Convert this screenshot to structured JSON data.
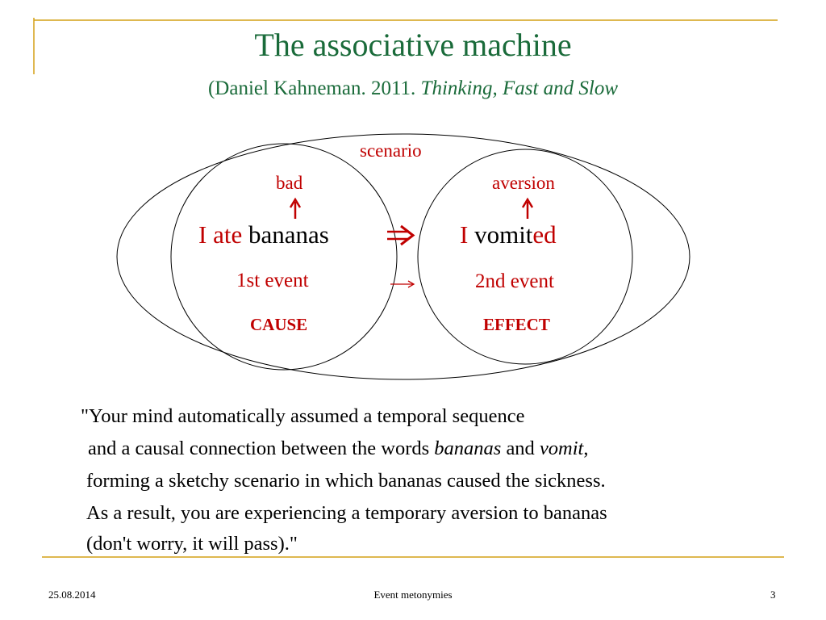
{
  "slide": {
    "title": "The associative machine",
    "subtitle_plain": "(Daniel Kahneman. 2011. ",
    "subtitle_italic": "Thinking, Fast and Slow"
  },
  "diagram": {
    "scenario_label": "scenario",
    "left": {
      "top_label": "bad",
      "main_i": "I",
      "main_ate": "ate",
      "main_bananas": "bananas",
      "event_label": "1st event",
      "role_label": "CAUSE"
    },
    "right": {
      "top_label": "aversion",
      "main_i": "I",
      "main_vomit": "vomit",
      "main_ed": "ed",
      "event_label": "2nd event",
      "role_label": "EFFECT"
    },
    "colors": {
      "accent": "#c00000",
      "title": "#1a6b3a",
      "rule": "#d4a017"
    }
  },
  "quote": {
    "line1": "\"Your mind automatically assumed a temporal sequence",
    "line2_a": "and a causal connection between the words ",
    "line2_b": "bananas",
    "line2_c": " and ",
    "line2_d": "vomit",
    "line2_e": ",",
    "line3": "forming a sketchy scenario in which bananas caused the sickness.",
    "line4": "As a result, you are experiencing a temporary aversion to bananas",
    "line5": "(don't worry, it will pass).\""
  },
  "footer": {
    "date": "25.08.2014",
    "center": "Event metonymies",
    "page": "3"
  }
}
